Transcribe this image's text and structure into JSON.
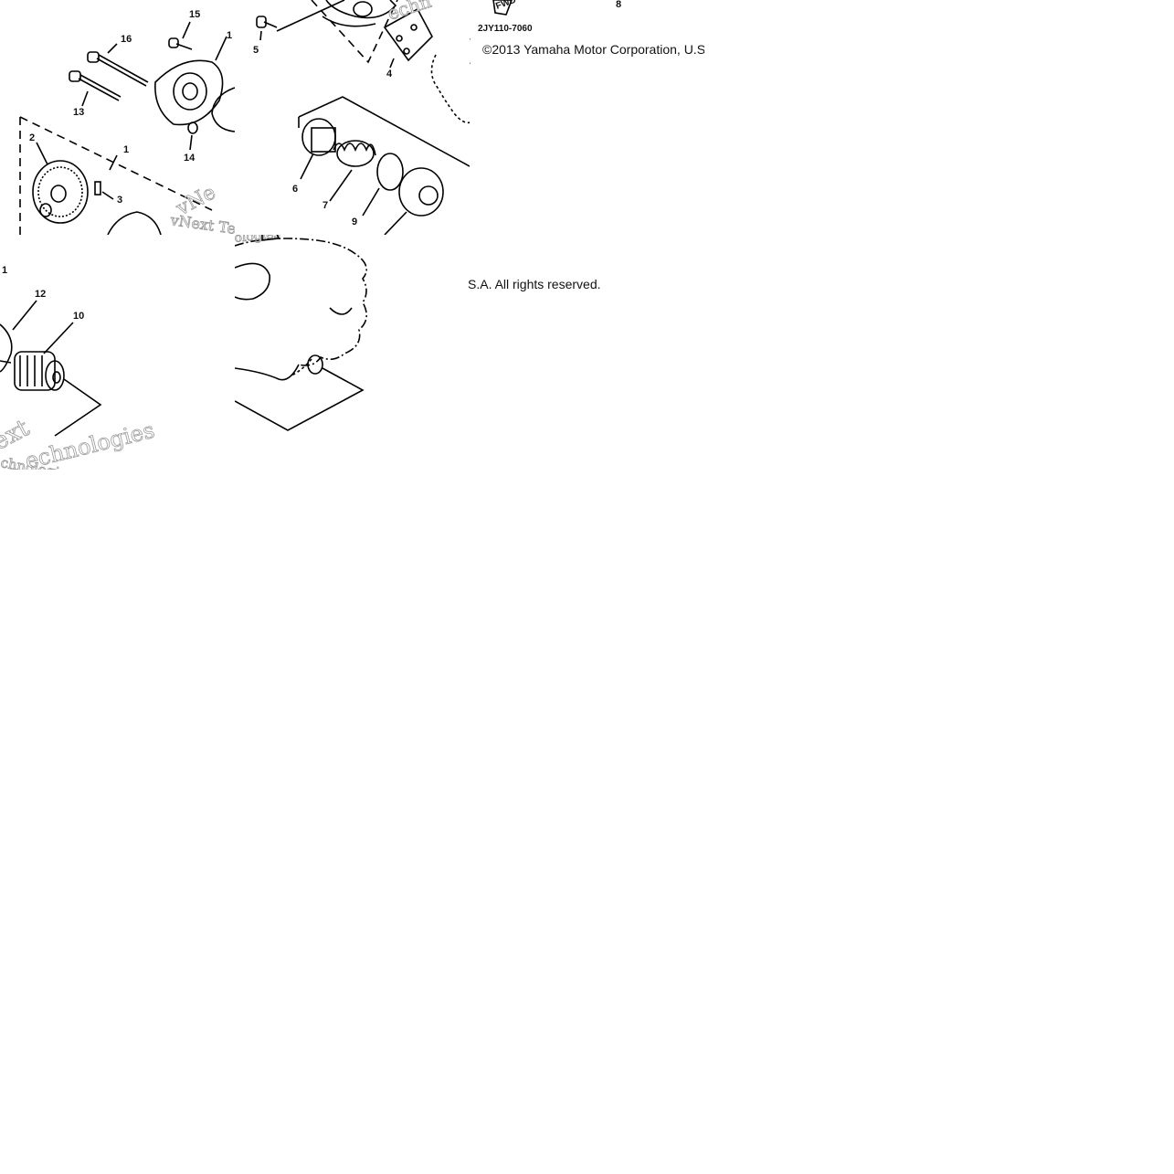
{
  "copyright": {
    "line1": "©2013 Yamaha Motor Corporation, U.S",
    "line2": "S.A. All rights reserved."
  },
  "diagram_code": "2JY110-7060",
  "fwd_marker": "FWD",
  "watermark": {
    "top_left": "vNext Tec",
    "top_left_upper": "vNe",
    "top_middle": "echn",
    "bottom_left_1": "ext",
    "bottom_left_2": "chnologies",
    "bottom_left_3": "echnologies",
    "bottom_right": "ologies"
  },
  "callouts": {
    "c1": "1",
    "c1b": "1",
    "c1c": "1",
    "c2": "2",
    "c3": "3",
    "c4": "4",
    "c5": "5",
    "c6": "6",
    "c7": "7",
    "c8": "8",
    "c9": "9",
    "c10": "10",
    "c12": "12",
    "c13": "13",
    "c14": "14",
    "c15": "15",
    "c16": "16"
  }
}
